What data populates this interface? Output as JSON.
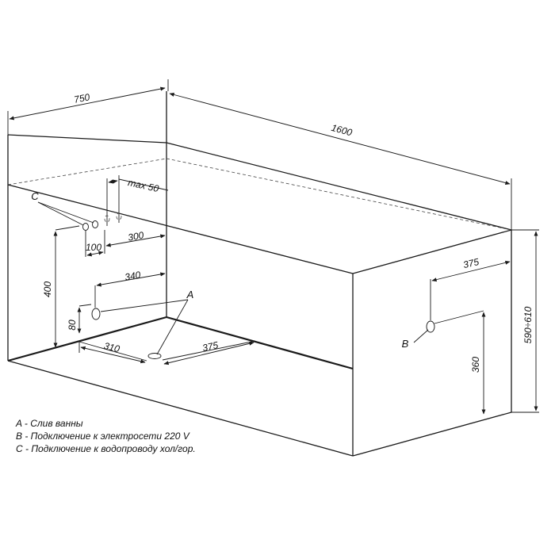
{
  "dimensions": {
    "width": "750",
    "length": "1600",
    "max_offset": "max 50",
    "supply_spacing": "300",
    "supply_offset": "100",
    "supply_height": "400",
    "drain_pipe_offset": "340",
    "drain_pipe_height": "80",
    "drain_x": "310",
    "drain_y": "375",
    "power_offset": "375",
    "power_height": "360",
    "total_height": "590÷610"
  },
  "markers": {
    "a": "A",
    "b": "B",
    "c": "C"
  },
  "legend": {
    "a": "A - Слив ванны",
    "b": "B - Подключение к электросети 220 V",
    "c": "C - Подключение к водопроводу хол/гор."
  }
}
